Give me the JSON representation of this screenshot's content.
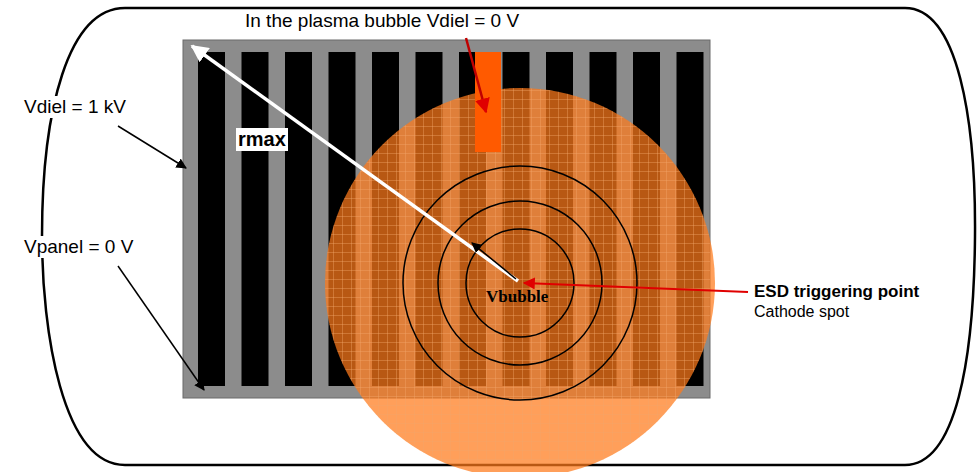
{
  "diagram": {
    "labels": [
      "In the plasma bubble Vdiel = 0 V",
      "Vdiel = 1 kV",
      "rmax",
      "Vpanel = 0 V",
      "Vbubble",
      "ESD triggering point",
      "Cathode spot"
    ]
  }
}
